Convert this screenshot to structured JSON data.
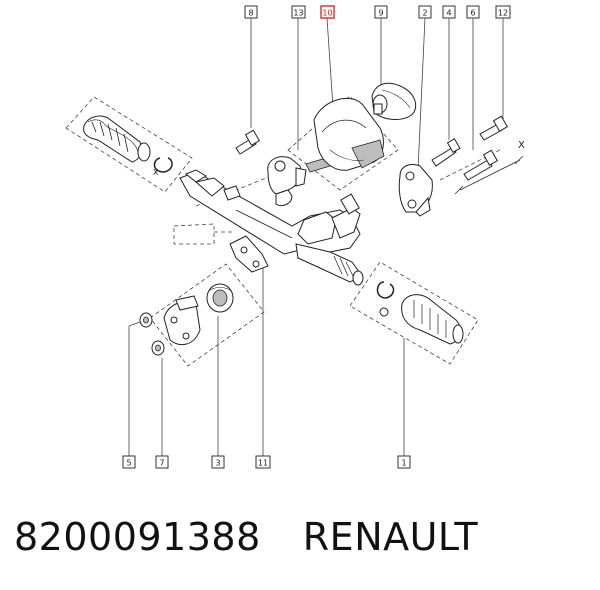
{
  "callouts_top": [
    {
      "id": "callout-8",
      "label": "8"
    },
    {
      "id": "callout-13",
      "label": "13"
    },
    {
      "id": "callout-10",
      "label": "10",
      "highlight": true
    },
    {
      "id": "callout-9",
      "label": "9"
    },
    {
      "id": "callout-2",
      "label": "2"
    },
    {
      "id": "callout-4",
      "label": "4"
    },
    {
      "id": "callout-6",
      "label": "6"
    },
    {
      "id": "callout-12",
      "label": "12"
    }
  ],
  "callouts_bottom": [
    {
      "id": "callout-5",
      "label": "5"
    },
    {
      "id": "callout-7",
      "label": "7"
    },
    {
      "id": "callout-3",
      "label": "3"
    },
    {
      "id": "callout-11",
      "label": "11"
    },
    {
      "id": "callout-1",
      "label": "1"
    }
  ],
  "annotations": {
    "x_left": "X",
    "x_right": "X"
  },
  "caption": {
    "part_number": "8200091388",
    "brand": "RENAULT"
  },
  "colors": {
    "highlight": "#d81b1b",
    "line": "#222222",
    "background": "#ffffff"
  }
}
